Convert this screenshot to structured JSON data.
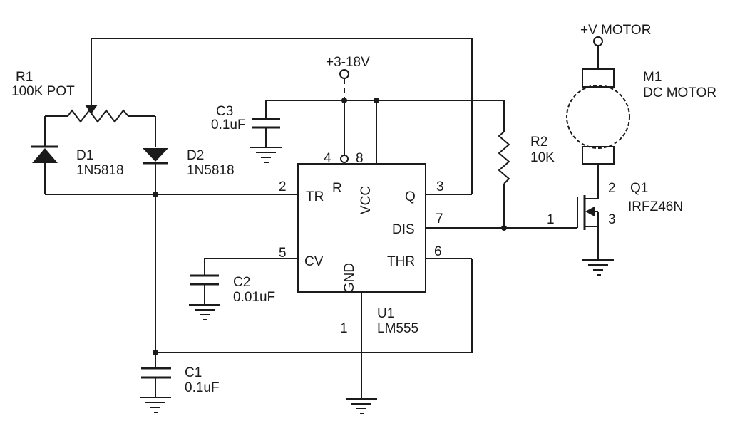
{
  "power": {
    "supply_label": "+3-18V",
    "motor_supply_label": "+V MOTOR"
  },
  "components": {
    "r1": {
      "ref": "R1",
      "value": "100K POT"
    },
    "r2": {
      "ref": "R2",
      "value": "10K"
    },
    "c1": {
      "ref": "C1",
      "value": "0.1uF"
    },
    "c2": {
      "ref": "C2",
      "value": "0.01uF"
    },
    "c3": {
      "ref": "C3",
      "value": "0.1uF"
    },
    "d1": {
      "ref": "D1",
      "value": "1N5818"
    },
    "d2": {
      "ref": "D2",
      "value": "1N5818"
    },
    "q1": {
      "ref": "Q1",
      "value": "IRFZ46N",
      "pins": {
        "gate": "1",
        "drain": "2",
        "source": "3"
      }
    },
    "m1": {
      "ref": "M1",
      "value": "DC MOTOR"
    },
    "u1": {
      "ref": "U1",
      "value": "LM555"
    }
  },
  "ic_pins": {
    "tr": {
      "name": "TR",
      "number": "2"
    },
    "reset": {
      "name": "R",
      "number": "4"
    },
    "vcc": {
      "name": "VCC",
      "number": "8"
    },
    "out": {
      "name": "Q",
      "number": "3"
    },
    "dis": {
      "name": "DIS",
      "number": "7"
    },
    "thr": {
      "name": "THR",
      "number": "6"
    },
    "cv": {
      "name": "CV",
      "number": "5"
    },
    "gnd": {
      "name": "GND",
      "number": "1"
    }
  }
}
